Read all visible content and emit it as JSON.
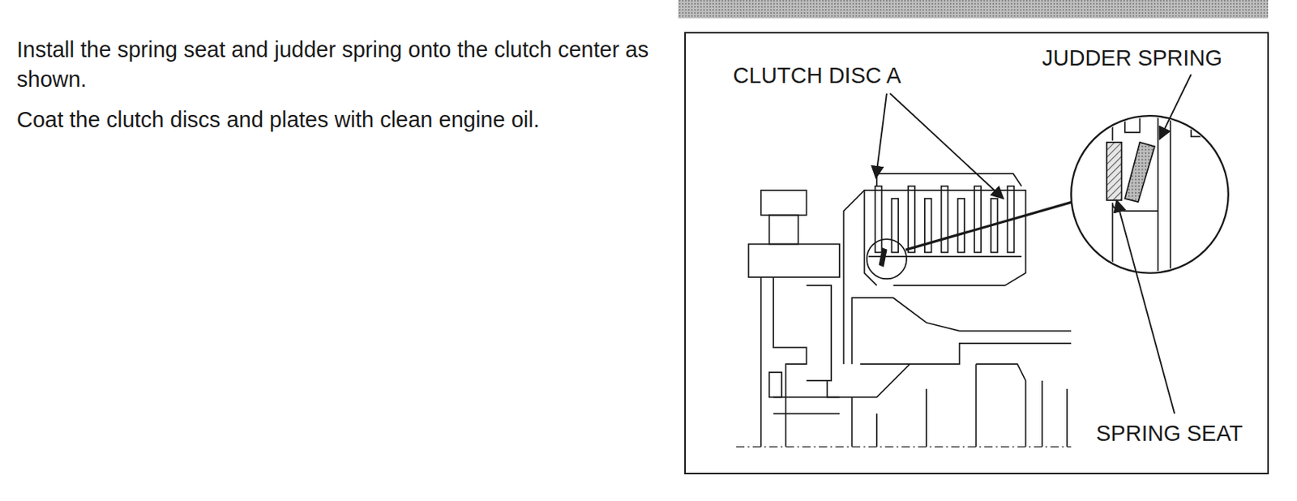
{
  "diagram": {
    "labels": [
      "Install the spring seat and judder spring onto the clutch center as shown.",
      "Coat the clutch discs and plates with clean engine oil.",
      "CLUTCH DISC A",
      "JUDDER SPRING",
      "SPRING SEAT"
    ]
  }
}
